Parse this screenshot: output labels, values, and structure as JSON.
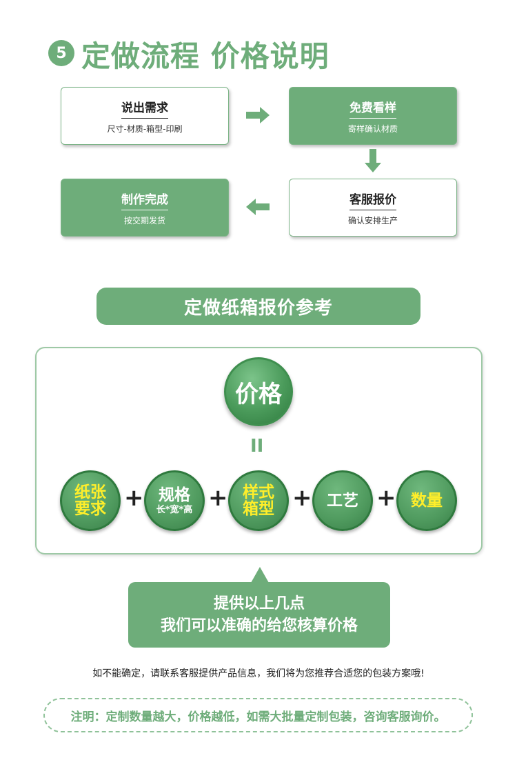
{
  "header": {
    "step_number": "5",
    "title": "定做流程 价格说明"
  },
  "flow": {
    "step1": {
      "title": "说出需求",
      "subtitle": "尺寸-材质-箱型-印刷"
    },
    "step2": {
      "title": "免费看样",
      "subtitle": "寄样确认材质"
    },
    "step3": {
      "title": "客服报价",
      "subtitle": "确认安排生产"
    },
    "step4": {
      "title": "制作完成",
      "subtitle": "按交期发货"
    }
  },
  "banner": {
    "text": "定做纸箱报价参考"
  },
  "formula": {
    "result": "价格",
    "equals": "II",
    "plus": "+",
    "factors": [
      {
        "line1": "纸张",
        "line2": "要求"
      },
      {
        "line1": "规格",
        "line2": "长*宽*高"
      },
      {
        "line1": "样式",
        "line2": "箱型"
      },
      {
        "line1": "工艺"
      },
      {
        "line1": "数量"
      }
    ]
  },
  "callout": {
    "line1": "提供以上几点",
    "line2": "我们可以准确的给您核算价格"
  },
  "notes": {
    "contact": "如不能确定，请联系客服提供产品信息，我们将为您推荐合适您的包装方案哦!",
    "remark": "注明：定制数量越大，价格越低，如需大批量定制包装，咨询客服询价。"
  },
  "colors": {
    "accent": "#6ead7a",
    "highlight": "#ffee2a",
    "dark_green": "#2f7a3e"
  },
  "icons": {
    "arrow_right": "arrow-right-icon",
    "arrow_down": "arrow-down-icon",
    "arrow_left": "arrow-left-icon"
  }
}
